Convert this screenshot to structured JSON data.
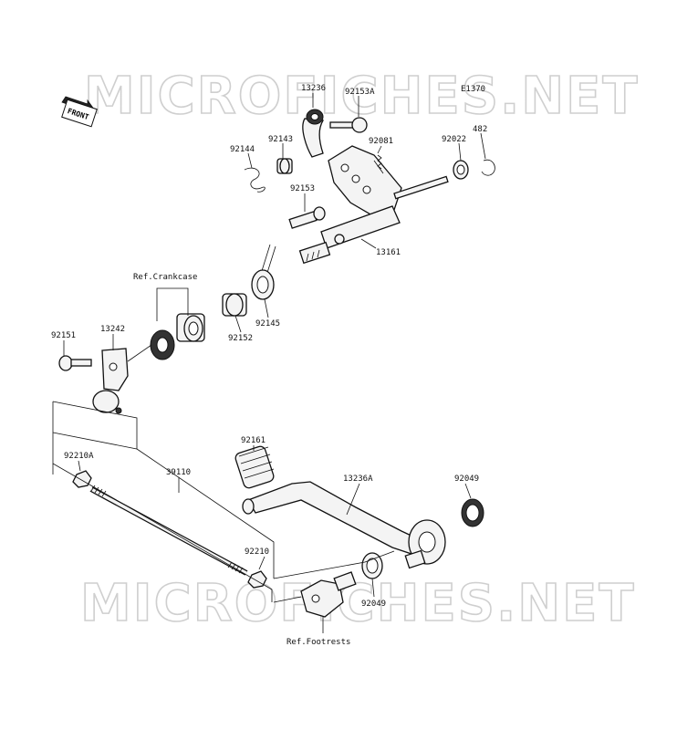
{
  "diagram": {
    "watermark": "MICROFICHES.NET",
    "diagram_code": "E1370",
    "front_badge": "FRONT",
    "labels": {
      "p13236": "13236",
      "p92153A": "92153A",
      "p92144": "92144",
      "p92143": "92143",
      "p92081": "92081",
      "p92022": "92022",
      "p482": "482",
      "p92153": "92153",
      "p13161": "13161",
      "ref_crankcase": "Ref.Crankcase",
      "p92152": "92152",
      "p92145": "92145",
      "p92151": "92151",
      "p13242": "13242",
      "p92210A": "92210A",
      "p39110": "39110",
      "p92161": "92161",
      "p13236A": "13236A",
      "p92049a": "92049",
      "p92210": "92210",
      "p92049b": "92049",
      "ref_footrests": "Ref.Footrests"
    }
  }
}
